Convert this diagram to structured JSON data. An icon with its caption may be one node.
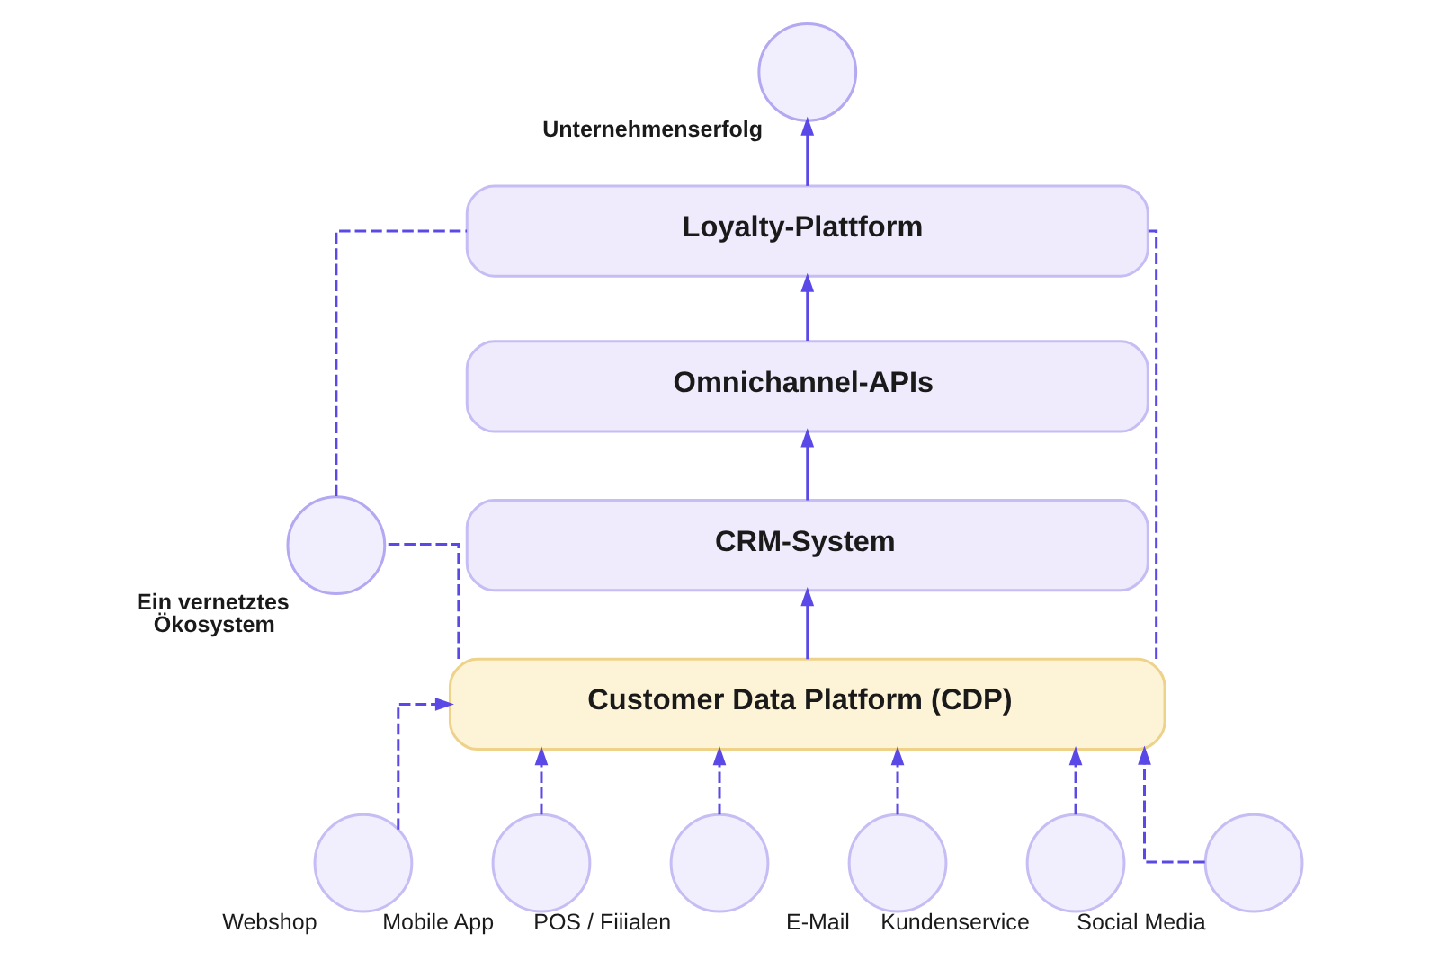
{
  "diagram": {
    "nodes": [
      {
        "text": [],
        "shape": "circle",
        "beside": [
          "Unternehmenserfolg"
        ]
      },
      {
        "text": [
          "Loyalty-Plattform"
        ]
      },
      {
        "text": [],
        "shape": "circle",
        "beside": [
          "Ein vernetztes Ökosystem"
        ]
      },
      {
        "text": [
          "Omnichannel-APIs"
        ]
      },
      {
        "text": [
          "CRM-System"
        ]
      },
      {
        "text": [
          "Customer Data Platform (CDP)"
        ]
      },
      {
        "text": [],
        "shape": "circle",
        "beside": [
          "Webshop"
        ]
      },
      {
        "text": [],
        "shape": "circle",
        "beside": [
          "Mobile App"
        ]
      },
      {
        "text": [],
        "shape": "circle",
        "beside": [
          "POS / Fiiialen"
        ]
      },
      {
        "text": [],
        "shape": "circle",
        "beside": [
          "E-Mail"
        ]
      },
      {
        "text": [],
        "shape": "circle",
        "beside": [
          "Kundenservice"
        ]
      },
      {
        "text": [],
        "shape": "circle",
        "beside": [
          "Social Media"
        ]
      }
    ],
    "edges": [
      {
        "from": 5,
        "to": 4,
        "arrow": "to"
      },
      {
        "from": 4,
        "to": 3,
        "arrow": "to"
      },
      {
        "from": 3,
        "to": 1,
        "arrow": "to"
      },
      {
        "from": 1,
        "to": 0,
        "arrow": "to"
      },
      {
        "from": 5,
        "to": 2,
        "arrow": "none",
        "style": "dashed"
      },
      {
        "from": 2,
        "to": 1,
        "arrow": "none",
        "style": "dashed"
      },
      {
        "from": 5,
        "to": 1,
        "arrow": "none",
        "style": "dashed"
      },
      {
        "from": 6,
        "to": 5,
        "arrow": "to",
        "style": "dashed"
      },
      {
        "from": 7,
        "to": 5,
        "arrow": "to",
        "style": "dashed"
      },
      {
        "from": 8,
        "to": 5,
        "arrow": "to",
        "style": "dashed"
      },
      {
        "from": 9,
        "to": 5,
        "arrow": "to",
        "style": "dashed"
      },
      {
        "from": 10,
        "to": 5,
        "arrow": "to",
        "style": "dashed"
      },
      {
        "from": 11,
        "to": 5,
        "arrow": "to",
        "style": "dashed"
      }
    ]
  }
}
